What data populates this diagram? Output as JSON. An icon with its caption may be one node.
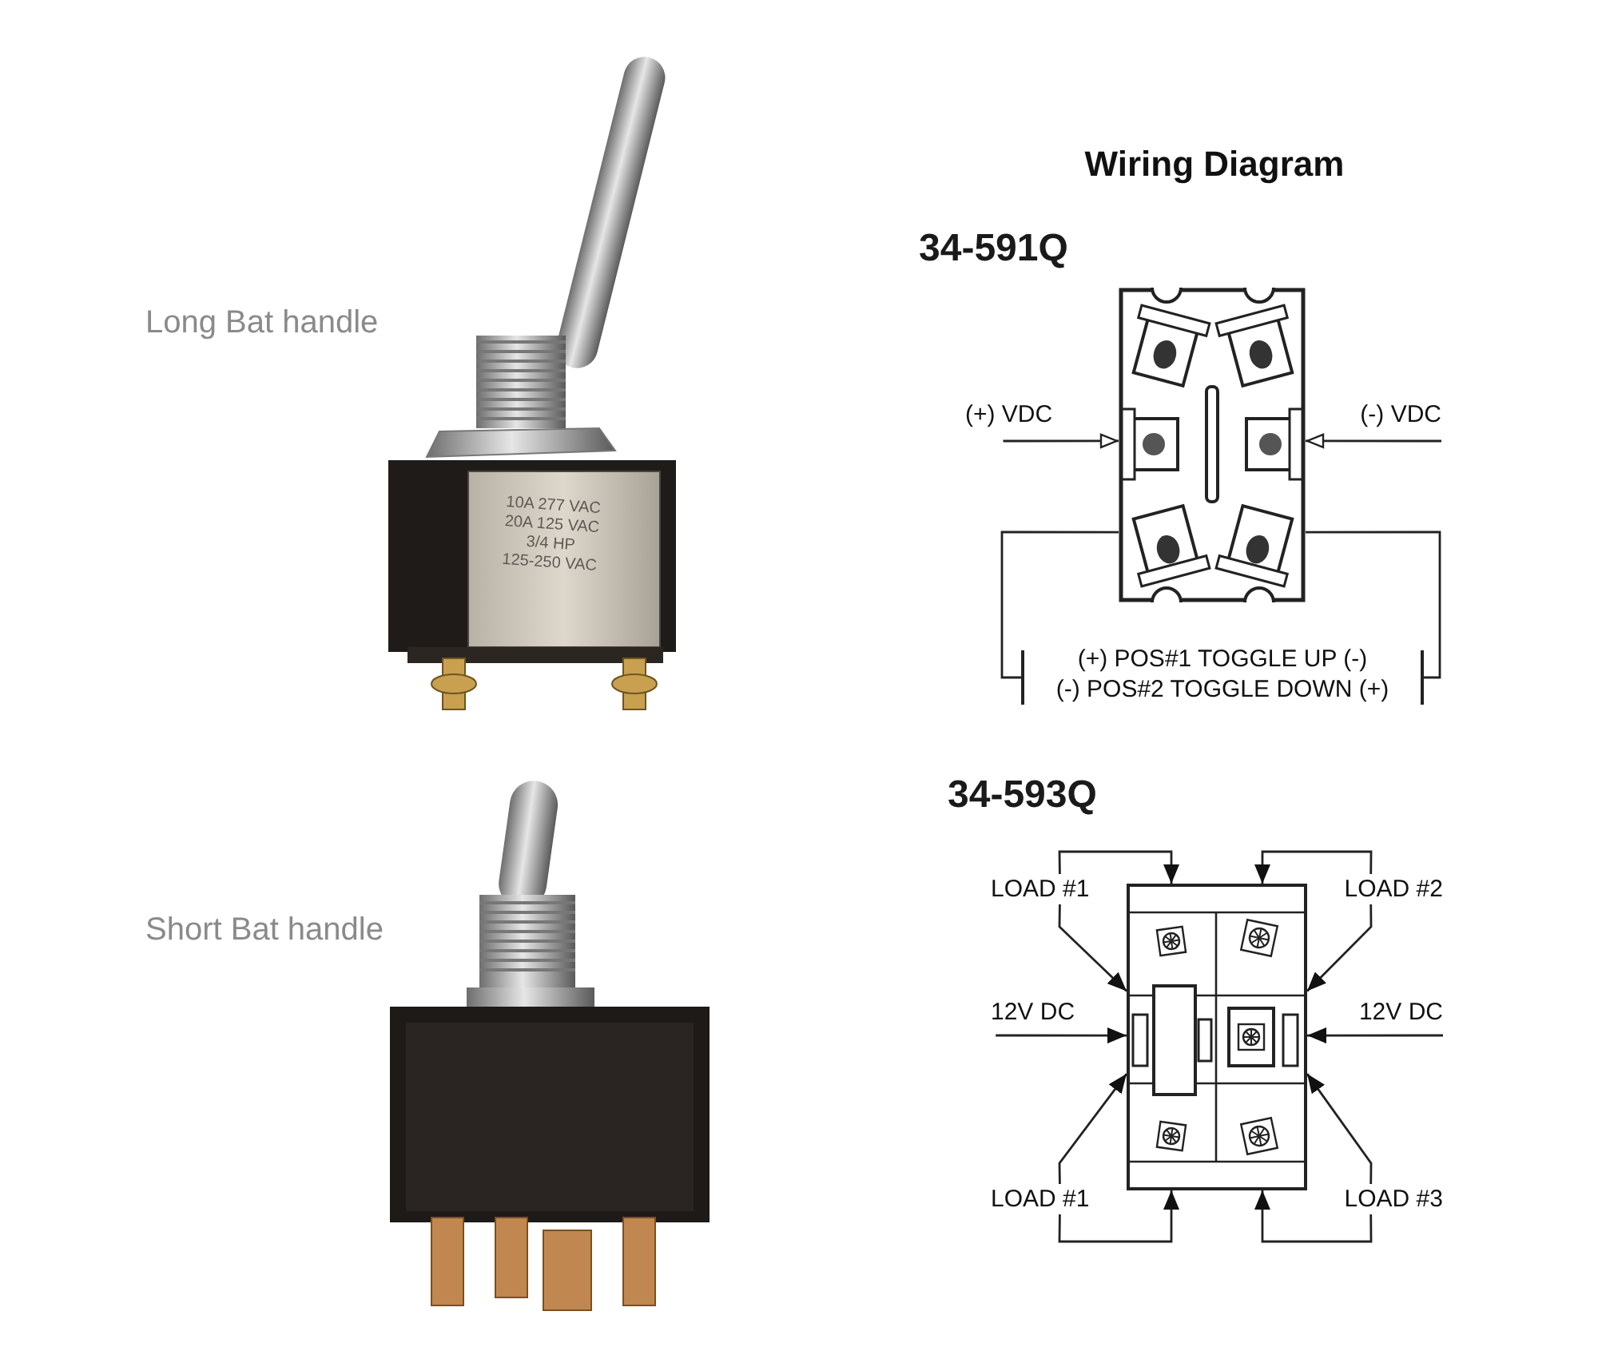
{
  "diagram": {
    "title": "Wiring Diagram",
    "nodes": [
      {
        "text": [],
        "shape": "picture"
      },
      {
        "text": [
          "(+) VDC"
        ]
      },
      {
        "text": [
          "(-) VDC"
        ]
      },
      {
        "text": [
          "(+) POS#1 TOGGLE UP (-)",
          "(-) POS#2 TOGGLE DOWN (+)"
        ]
      },
      {
        "text": [],
        "shape": "picture"
      },
      {
        "text": [
          "LOAD #1"
        ]
      },
      {
        "text": [
          "LOAD #2"
        ]
      },
      {
        "text": [
          "12V DC"
        ]
      },
      {
        "text": [
          "12V DC"
        ]
      },
      {
        "text": [
          "LOAD #1"
        ]
      },
      {
        "text": [
          "LOAD #3"
        ]
      }
    ],
    "edges": [
      {
        "from": 1,
        "to": 0,
        "arrow": "to"
      },
      {
        "from": 2,
        "to": 0,
        "arrow": "to"
      },
      {
        "from": 0,
        "to": 3,
        "arrow": "other"
      },
      {
        "from": 0,
        "to": 3,
        "arrow": "other"
      },
      {
        "from": 5,
        "to": 4,
        "arrow": "to"
      },
      {
        "from": 5,
        "to": 4,
        "arrow": "to"
      },
      {
        "from": 6,
        "to": 4,
        "arrow": "to"
      },
      {
        "from": 6,
        "to": 4,
        "arrow": "to"
      },
      {
        "from": 7,
        "to": 4,
        "arrow": "to"
      },
      {
        "from": 8,
        "to": 4,
        "arrow": "to"
      },
      {
        "from": 9,
        "to": 4,
        "arrow": "to"
      },
      {
        "from": 9,
        "to": 4,
        "arrow": "to"
      },
      {
        "from": 10,
        "to": 4,
        "arrow": "to"
      },
      {
        "from": 10,
        "to": 4,
        "arrow": "to"
      }
    ],
    "labels": [
      "Long Bat handle",
      "10A 277 VAC",
      "20A 125 VAC",
      "3/4 HP",
      "125-250 VAC",
      "34-591Q",
      "Short Bat handle",
      "34-593Q"
    ]
  }
}
